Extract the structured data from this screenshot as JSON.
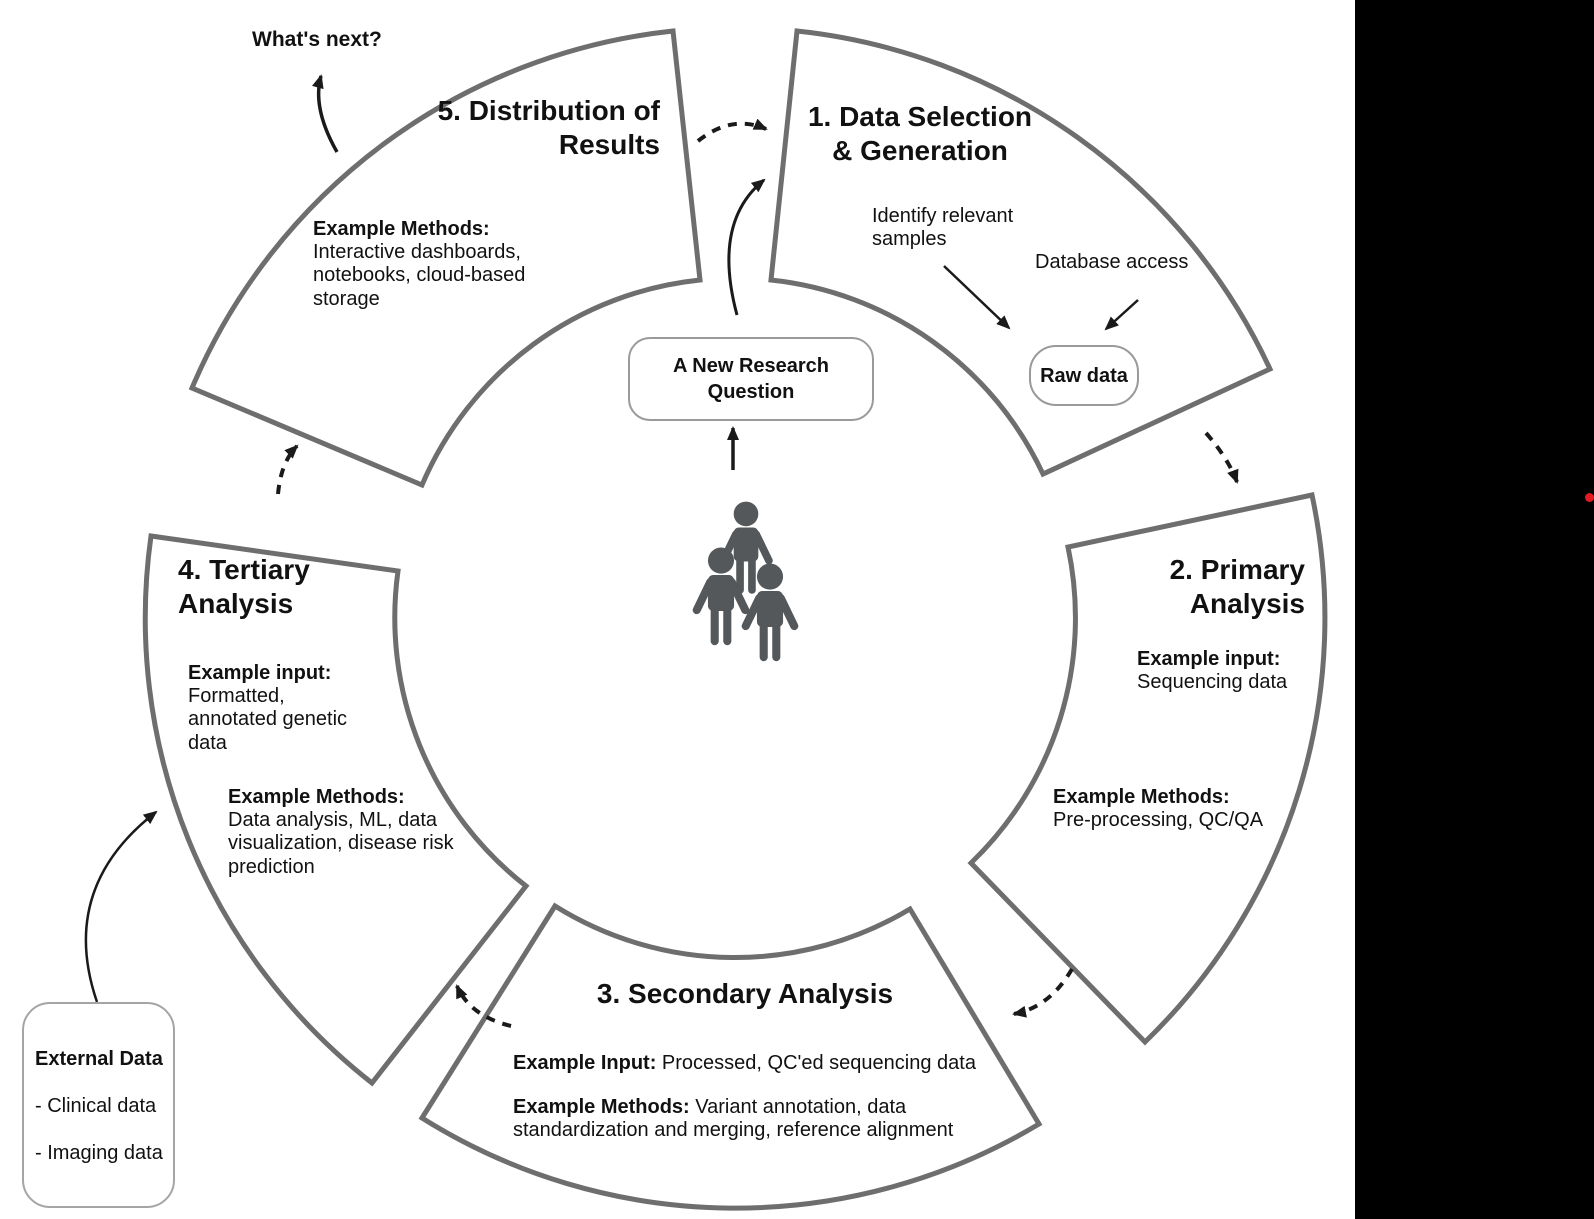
{
  "diagram": {
    "whats_next": "What's next?",
    "center_question": "A New Research Question",
    "raw_data_label": "Raw data",
    "segment1": {
      "title": "1. Data Selection & Generation",
      "note_identify": "Identify relevant samples",
      "note_database": "Database access"
    },
    "segment2": {
      "title": "2. Primary Analysis",
      "input_label": "Example input:",
      "input_text": "Sequencing data",
      "methods_label": "Example Methods:",
      "methods_text": "Pre-processing, QC/QA"
    },
    "segment3": {
      "title": "3. Secondary Analysis",
      "input_label": "Example Input:",
      "input_text": "Processed, QC'ed sequencing data",
      "methods_label": "Example Methods:",
      "methods_text": "Variant annotation, data standardization and merging, reference alignment"
    },
    "segment4": {
      "title": "4. Tertiary Analysis",
      "input_label": "Example input:",
      "input_text": "Formatted, annotated genetic data",
      "methods_label": "Example Methods:",
      "methods_text": "Data analysis, ML,  data visualization, disease risk prediction"
    },
    "segment5": {
      "title": "5. Distribution of Results",
      "methods_label": "Example Methods:",
      "methods_text": "Interactive dashboards, notebooks, cloud-based storage"
    },
    "external_data": {
      "title": "External Data",
      "item1": "- Clinical data",
      "item2": "- Imaging data"
    },
    "colors": {
      "wedge_border": "#6e6e6e",
      "text": "#111111",
      "people": "#55585a",
      "panel": "#000000",
      "red_dot": "#e01b24"
    }
  }
}
